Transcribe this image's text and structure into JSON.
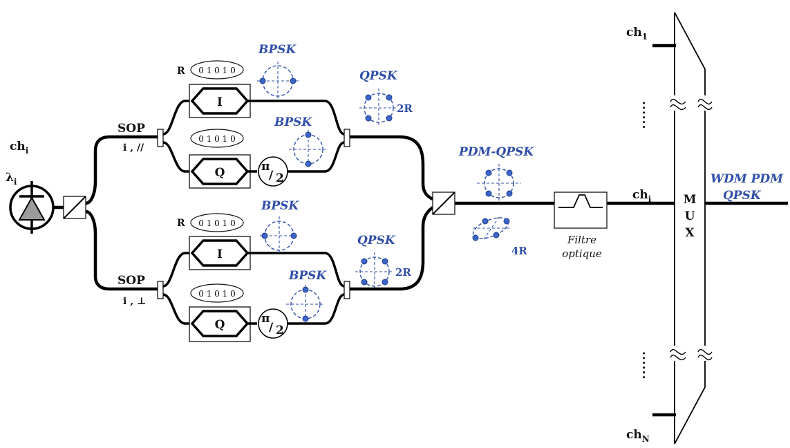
{
  "source_label": {
    "channel": "ch",
    "channel_sub": "i",
    "wavelength": "λ",
    "wavelength_sub": "i"
  },
  "branches": {
    "upper": {
      "sop": "SOP",
      "sop_state": "i , //"
    },
    "lower": {
      "sop": "SOP",
      "sop_state": "i , ⊥"
    }
  },
  "modulators": {
    "i_label": "I",
    "q_label": "Q",
    "rate_label": "R",
    "bits_i": "0 1 0 1 0",
    "bits_q": "0 1 0 1 0"
  },
  "phase_shifter": {
    "numerator": "π",
    "denominator": "2",
    "slash": "/"
  },
  "constellations": {
    "bpsk": "BPSK",
    "qpsk": "QPSK",
    "pdm_qpsk": "PDM-QPSK",
    "rate_2r": "2R",
    "rate_4r": "4R"
  },
  "filter": {
    "line1": "Filtre",
    "line2": "optique"
  },
  "mux": {
    "letters": [
      "M",
      "U",
      "X"
    ],
    "channel_top": "ch",
    "channel_top_sub": "1",
    "channel_mid": "ch",
    "channel_mid_sub": "i",
    "channel_bottom": "ch",
    "channel_bottom_sub": "N",
    "ellipsis": "......"
  },
  "output": {
    "line1": "WDM PDM",
    "line2": "QPSK"
  }
}
